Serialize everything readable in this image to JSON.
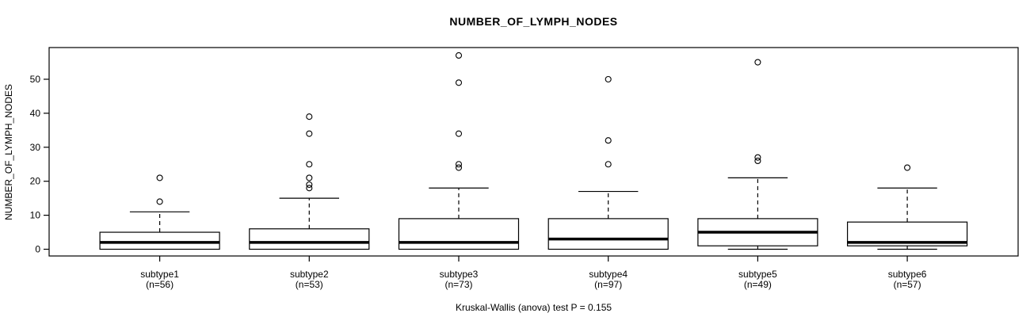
{
  "chart_data": {
    "type": "boxplot",
    "title": "NUMBER_OF_LYMPH_NODES",
    "ylabel": "NUMBER_OF_LYMPH_NODES",
    "caption": "Kruskal-Wallis (anova) test P = 0.155",
    "yticks": [
      0,
      10,
      20,
      30,
      40,
      50
    ],
    "ylim": [
      -2,
      59
    ],
    "grid": false,
    "box_color": "#000000",
    "box_fill": "#ffffff",
    "groups": [
      {
        "label": "subtype1",
        "n": 56,
        "n_label": "(n=56)",
        "whisker_low": 0,
        "q1": 0,
        "median": 2,
        "q3": 5,
        "whisker_high": 11,
        "outliers": [
          14,
          21
        ]
      },
      {
        "label": "subtype2",
        "n": 53,
        "n_label": "(n=53)",
        "whisker_low": 0,
        "q1": 0,
        "median": 2,
        "q3": 6,
        "whisker_high": 15,
        "outliers": [
          18,
          19,
          21,
          25,
          34,
          39
        ]
      },
      {
        "label": "subtype3",
        "n": 73,
        "n_label": "(n=73)",
        "whisker_low": 0,
        "q1": 0,
        "median": 2,
        "q3": 9,
        "whisker_high": 18,
        "outliers": [
          24,
          25,
          34,
          49,
          57
        ]
      },
      {
        "label": "subtype4",
        "n": 97,
        "n_label": "(n=97)",
        "whisker_low": 0,
        "q1": 0,
        "median": 3,
        "q3": 9,
        "whisker_high": 17,
        "outliers": [
          25,
          32,
          50
        ]
      },
      {
        "label": "subtype5",
        "n": 49,
        "n_label": "(n=49)",
        "whisker_low": 0,
        "q1": 1,
        "median": 5,
        "q3": 9,
        "whisker_high": 21,
        "outliers": [
          26,
          27,
          55
        ]
      },
      {
        "label": "subtype6",
        "n": 57,
        "n_label": "(n=57)",
        "whisker_low": 0,
        "q1": 1,
        "median": 2,
        "q3": 8,
        "whisker_high": 18,
        "outliers": [
          24
        ]
      }
    ]
  }
}
